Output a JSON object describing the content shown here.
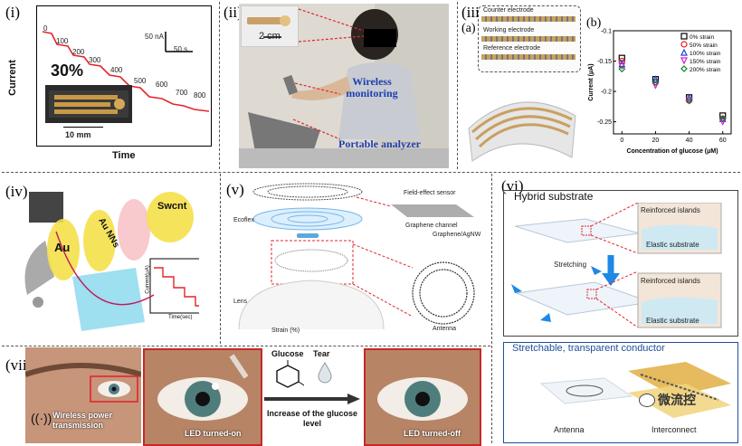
{
  "panels": {
    "i": {
      "label": "(i)",
      "ylabel": "Current",
      "xlabel": "Time",
      "scale_current": "50 nA",
      "scale_time": "50 s",
      "strain": "30%",
      "scalebar": "10 mm",
      "steps": [
        "0",
        "100",
        "200",
        "300",
        "400",
        "500",
        "600",
        "700",
        "800"
      ]
    },
    "ii": {
      "label": "(ii)",
      "scalebar": "2 cm",
      "wireless": "Wireless monitoring",
      "portable": "Portable analyzer"
    },
    "iii": {
      "label": "(iii)",
      "sub_a": "(a)",
      "sub_b": "(b)",
      "counter": "Counter electrode",
      "working": "Working electrode",
      "reference": "Reference electrode"
    },
    "iv": {
      "label": "(iv)",
      "au": "Au",
      "aunns": "Au NNs",
      "swcnt": "Swcnt",
      "time_label": "Time(sec)",
      "current_label": "Current(μA)"
    },
    "v": {
      "label": "(v)",
      "fet": "Field-effect sensor",
      "ecoflex": "Ecoflex",
      "graphene_channel": "Graphene channel",
      "graphene_agnw": "Graphene/AgNW",
      "lens": "Lens",
      "antenna": "Antenna",
      "strain": "Strain (%)"
    },
    "vi": {
      "label": "(vi)",
      "hybrid": "Hybrid substrate",
      "reinforced1": "Reinforced islands",
      "elastic1": "Elastic substrate",
      "stretching": "Stretching",
      "reinforced2": "Reinforced islands",
      "elastic2": "Elastic substrate",
      "stretchable": "Stretchable, transparent conductor",
      "antenna": "Antenna",
      "interconnect": "Interconnect"
    },
    "vii": {
      "label": "(vii)",
      "wireless_power": "Wireless power transmission",
      "led_on": "LED turned-on",
      "glucose": "Glucose",
      "tear": "Tear",
      "increase": "Increase of the glucose level",
      "led_off": "LED turned-off"
    }
  },
  "watermark": "微流控",
  "chart_data": [
    {
      "type": "line",
      "title": "",
      "xlabel": "Time",
      "ylabel": "Current",
      "annotations": [
        "0",
        "100",
        "200",
        "300",
        "400",
        "500",
        "600",
        "700",
        "800"
      ],
      "series": [
        {
          "x": [
            0,
            1,
            2,
            3,
            4,
            5,
            6,
            7,
            8
          ],
          "values": [
            0,
            -1,
            -2,
            -3,
            -4,
            -5,
            -6,
            -7,
            -8
          ]
        }
      ]
    },
    {
      "type": "scatter",
      "title": "",
      "xlabel": "Concentration of glucose (μM)",
      "ylabel": "Current (μA)",
      "xlim": [
        -5,
        65
      ],
      "ylim": [
        -0.27,
        -0.1
      ],
      "xticks": [
        0,
        20,
        40,
        60
      ],
      "yticks": [
        -0.1,
        -0.15,
        -0.2,
        -0.25
      ],
      "legend": "top-right",
      "series": [
        {
          "name": "0% strain",
          "color": "#000000",
          "marker": "square",
          "x": [
            0,
            20,
            40,
            60
          ],
          "values": [
            -0.145,
            -0.18,
            -0.21,
            -0.24
          ]
        },
        {
          "name": "50% strain",
          "color": "#e02020",
          "marker": "circle",
          "x": [
            0,
            20,
            40,
            60
          ],
          "values": [
            -0.15,
            -0.185,
            -0.215,
            -0.245
          ]
        },
        {
          "name": "100% strain",
          "color": "#2040e0",
          "marker": "triangle-up",
          "x": [
            0,
            20,
            40,
            60
          ],
          "values": [
            -0.155,
            -0.18,
            -0.21,
            -0.245
          ]
        },
        {
          "name": "150% strain",
          "color": "#d020d0",
          "marker": "triangle-down",
          "x": [
            0,
            20,
            40,
            60
          ],
          "values": [
            -0.158,
            -0.19,
            -0.215,
            -0.25
          ]
        },
        {
          "name": "200% strain",
          "color": "#108020",
          "marker": "diamond",
          "x": [
            0,
            20,
            40,
            60
          ],
          "values": [
            -0.163,
            -0.185,
            -0.215,
            -0.245
          ]
        }
      ]
    }
  ]
}
